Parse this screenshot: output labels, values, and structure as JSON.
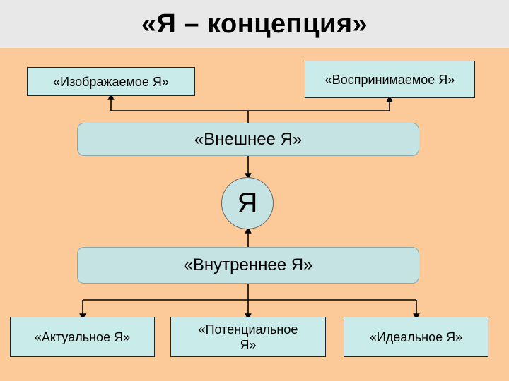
{
  "title": "«Я – концепция»",
  "nodes": {
    "depicted_self": "«Изображаемое Я»",
    "perceived_self": "«Воспринимаемое Я»",
    "outer_self": "«Внешнее Я»",
    "self": "Я",
    "inner_self": "«Внутреннее Я»",
    "actual_self": "«Актуальное Я»",
    "potential_self": "«Потенциальное Я»",
    "ideal_self": "«Идеальное Я»"
  },
  "colors": {
    "background": "#fcc998",
    "title_bar": "#e8e8e8",
    "box_fill": "#c9ebe9"
  }
}
